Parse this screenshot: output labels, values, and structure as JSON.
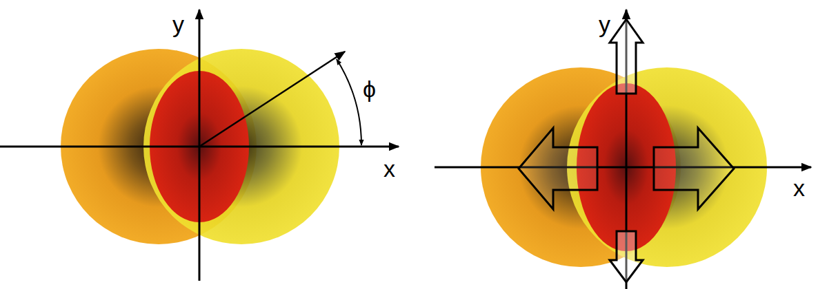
{
  "diagram": {
    "labels": [
      "y",
      "x",
      "ϕ",
      "y",
      "x"
    ]
  }
}
